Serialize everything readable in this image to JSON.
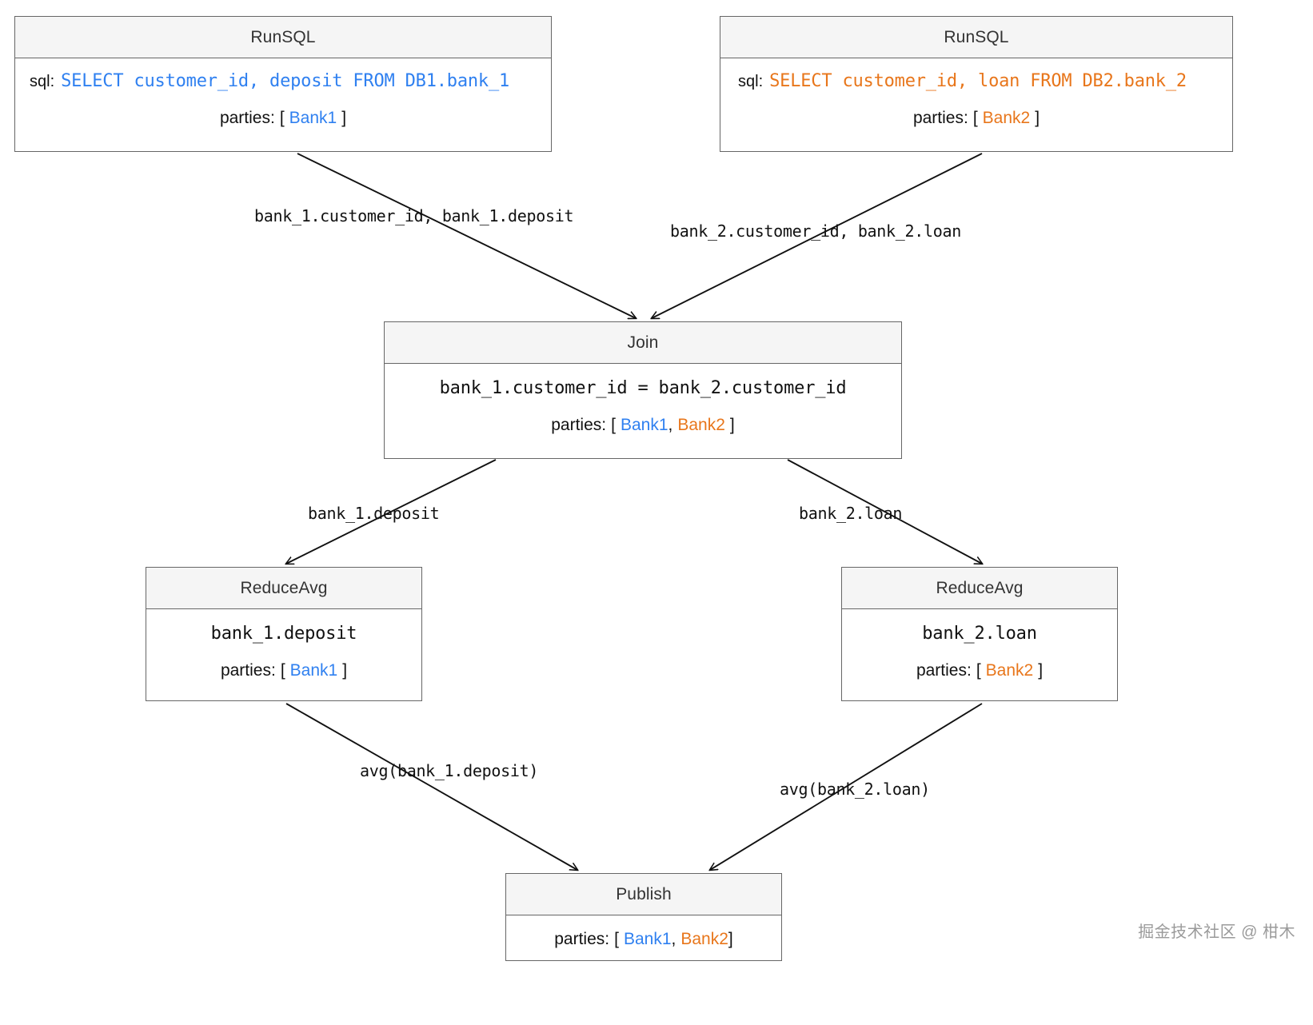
{
  "diagram": {
    "title": "SQL execution plan DAG",
    "colors": {
      "bank1": "#2f80f0",
      "bank2": "#e8761b",
      "node_border": "#666666",
      "node_header_bg": "#f5f5f5",
      "edge": "#111111"
    }
  },
  "labels": {
    "sql_key": "sql:",
    "parties_key": "parties:",
    "bracket_open": "[",
    "bracket_close": "]",
    "comma": ","
  },
  "nodes": {
    "runsql_left": {
      "title": "RunSQL",
      "sql": "SELECT customer_id, deposit FROM DB1.bank_1",
      "parties": [
        "Bank1"
      ]
    },
    "runsql_right": {
      "title": "RunSQL",
      "sql": "SELECT customer_id, loan FROM DB2.bank_2",
      "parties": [
        "Bank2"
      ]
    },
    "join": {
      "title": "Join",
      "condition": "bank_1.customer_id = bank_2.customer_id",
      "parties": [
        "Bank1",
        "Bank2"
      ]
    },
    "reduceavg_left": {
      "title": "ReduceAvg",
      "column": "bank_1.deposit",
      "parties": [
        "Bank1"
      ]
    },
    "reduceavg_right": {
      "title": "ReduceAvg",
      "column": "bank_2.loan",
      "parties": [
        "Bank2"
      ]
    },
    "publish": {
      "title": "Publish",
      "parties": [
        "Bank1",
        "Bank2"
      ]
    }
  },
  "edges": [
    {
      "id": "e1",
      "from": "runsql_left",
      "to": "join",
      "label": "bank_1.customer_id, bank_1.deposit"
    },
    {
      "id": "e2",
      "from": "runsql_right",
      "to": "join",
      "label": "bank_2.customer_id, bank_2.loan"
    },
    {
      "id": "e3",
      "from": "join",
      "to": "reduceavg_left",
      "label": "bank_1.deposit"
    },
    {
      "id": "e4",
      "from": "join",
      "to": "reduceavg_right",
      "label": "bank_2.loan"
    },
    {
      "id": "e5",
      "from": "reduceavg_left",
      "to": "publish",
      "label": "avg(bank_1.deposit)"
    },
    {
      "id": "e6",
      "from": "reduceavg_right",
      "to": "publish",
      "label": "avg(bank_2.loan)"
    }
  ],
  "watermark": {
    "text": "掘金技术社区 @ 柑木"
  }
}
